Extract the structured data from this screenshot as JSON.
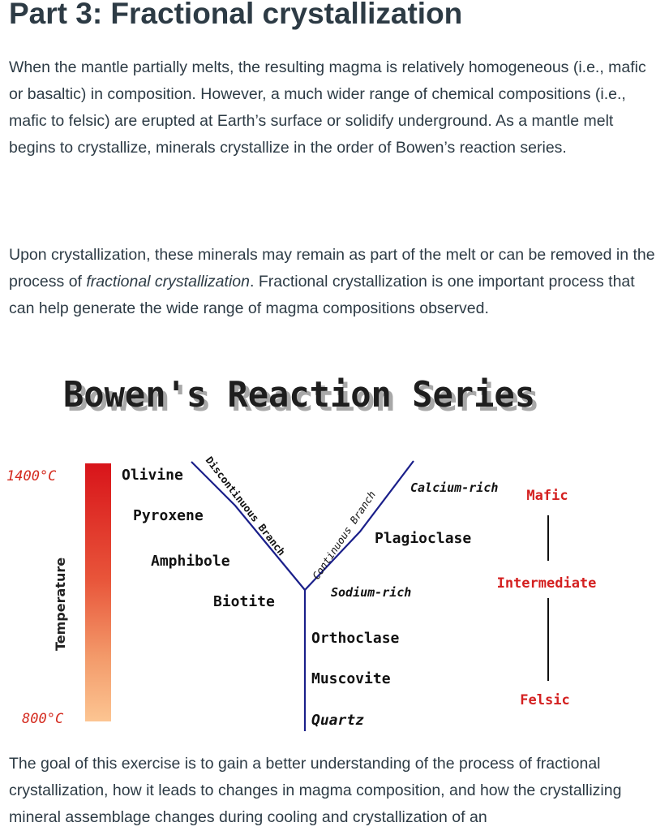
{
  "page": {
    "title": "Part 3: Fractional crystallization",
    "paragraph1": "When the mantle partially melts, the resulting magma is relatively homogeneous (i.e., mafic or basaltic) in composition. However, a much wider range of chemical compositions (i.e., mafic to felsic) are erupted at Earth’s surface or solidify underground.   As a mantle melt begins to crystallize, minerals crystallize in the order of Bowen’s reaction series.",
    "paragraph2_before": "Upon crystallization, these minerals may remain as part of the melt or can be removed in the process of ",
    "paragraph2_emphasis": "fractional crystallization",
    "paragraph2_after": ".   Fractional crystallization is one important process that can help generate the wide range of magma compositions observed.",
    "paragraph3": "The goal of this exercise is to gain a better understanding of the process of fractional crystallization, how it leads to changes in magma composition, and how the crystallizing mineral assemblage changes during cooling and crystallization of an"
  },
  "diagram": {
    "title": "Bowen's Reaction Series",
    "temp_high": "1400°C",
    "temp_low": "800°C",
    "temp_axis_label": "Temperature",
    "discontinuous": [
      "Olivine",
      "Pyroxene",
      "Amphibole",
      "Biotite"
    ],
    "discontinuous_branch_label": "Discontinuous Branch",
    "continuous_branch_label": "Continuous Branch",
    "calcium_rich": "Calcium-rich",
    "plagioclase": "Plagioclase",
    "sodium_rich": "Sodium-rich",
    "trunk": [
      "Orthoclase",
      "Muscovite",
      "Quartz"
    ],
    "composition": [
      "Mafic",
      "Intermediate",
      "Felsic"
    ],
    "colors": {
      "bar_top": "#d8141a",
      "bar_bottom": "#fcc592",
      "line": "#1a1f8a",
      "temp_text": "#d42a1e",
      "composition_text": "#d42020",
      "heading_shadow": "#9a9a9a"
    }
  }
}
